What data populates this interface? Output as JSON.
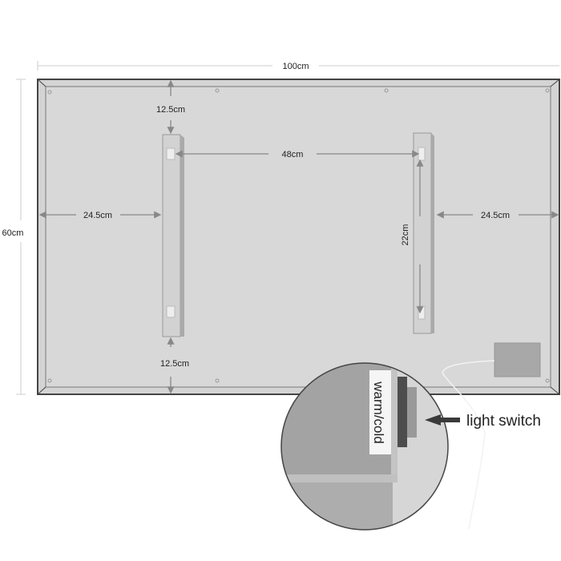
{
  "dimensions": {
    "width": "100cm",
    "height": "60cm",
    "top_margin": "12.5cm",
    "bottom_margin": "12.5cm",
    "bracket_spacing": "48cm",
    "left_margin": "24.5cm",
    "right_margin": "24.5cm",
    "bracket_hole_spacing": "22cm"
  },
  "callout": {
    "switch_label": "warm/cold",
    "pointer_label": "light switch"
  },
  "colors": {
    "panel": "#d6d6d6",
    "frame": "#555555",
    "arrow": "#888888",
    "magnifier": "#a3a3a3"
  }
}
